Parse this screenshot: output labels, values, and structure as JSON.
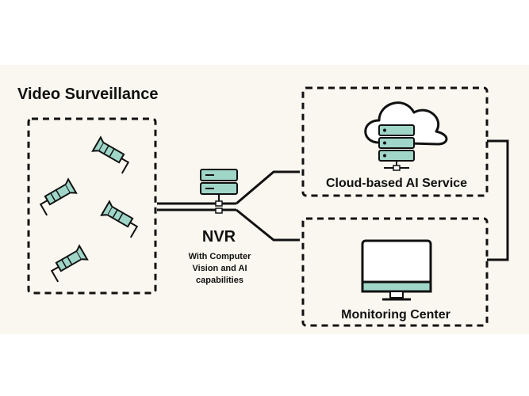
{
  "title": "Video Surveillance",
  "nvr": {
    "label": "NVR",
    "caption_lines": [
      "With Computer",
      "Vision and AI",
      "capabilities"
    ]
  },
  "cloud": {
    "label": "Cloud-based AI Service"
  },
  "monitor": {
    "label": "Monitoring Center"
  },
  "colors": {
    "panel": "#f9f7ef",
    "accent": "#9fd6c8",
    "stroke": "#111111"
  },
  "icons": [
    "camera-icon",
    "server-icon",
    "cloud-server-icon",
    "monitor-icon"
  ]
}
